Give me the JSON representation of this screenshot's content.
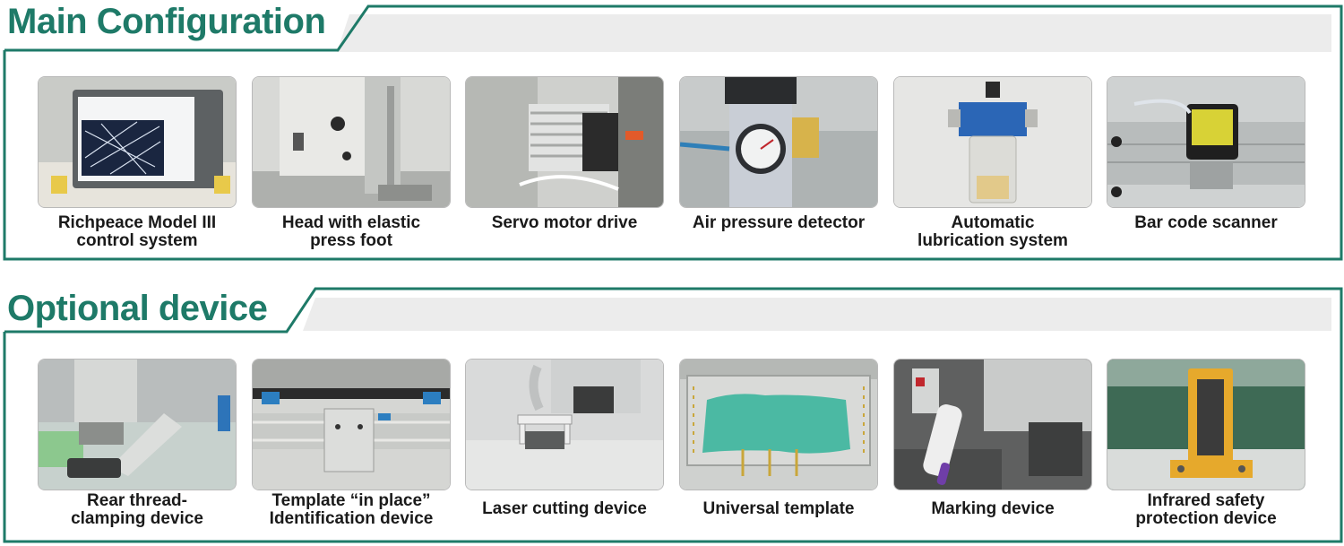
{
  "sections": [
    {
      "title": "Main Configuration",
      "items": [
        {
          "label": "Richpeace Model III control system",
          "line1": "Richpeace Model III",
          "line2": "control system",
          "icon": "control-panel"
        },
        {
          "label": "Head with elastic press foot",
          "line1": "Head with elastic",
          "line2": "press foot",
          "icon": "sewing-head"
        },
        {
          "label": "Servo motor drive",
          "line1": "Servo motor drive",
          "line2": "",
          "icon": "servo-motor"
        },
        {
          "label": "Air pressure detector",
          "line1": "Air pressure detector",
          "line2": "",
          "icon": "pressure-gauge"
        },
        {
          "label": "Automatic lubrication system",
          "line1": "Automatic",
          "line2": "lubrication system",
          "icon": "oil-lubricator"
        },
        {
          "label": "Bar code  scanner",
          "line1": "Bar code  scanner",
          "line2": "",
          "icon": "barcode-scanner"
        }
      ]
    },
    {
      "title": "Optional device",
      "items": [
        {
          "label": "Rear thread-clamping device",
          "line1": "Rear thread-",
          "line2": "clamping device",
          "icon": "thread-clamp"
        },
        {
          "label": "Template “in place” Identification device",
          "line1": "Template “in place”",
          "line2": "Identification device",
          "icon": "template-sensor"
        },
        {
          "label": "Laser cutting device",
          "line1": "Laser cutting device",
          "line2": "",
          "icon": "laser-cutter"
        },
        {
          "label": "Universal template",
          "line1": "Universal template",
          "line2": "",
          "icon": "universal-template"
        },
        {
          "label": "Marking device",
          "line1": "Marking device",
          "line2": "",
          "icon": "marker-pen"
        },
        {
          "label": "Infrared safety protection device",
          "line1": "Infrared safety",
          "line2": "protection device",
          "icon": "infrared-sensor"
        }
      ]
    }
  ],
  "colors": {
    "accent": "#1e7a68",
    "bar": "#ececec",
    "caption": "#1a1a1a"
  }
}
